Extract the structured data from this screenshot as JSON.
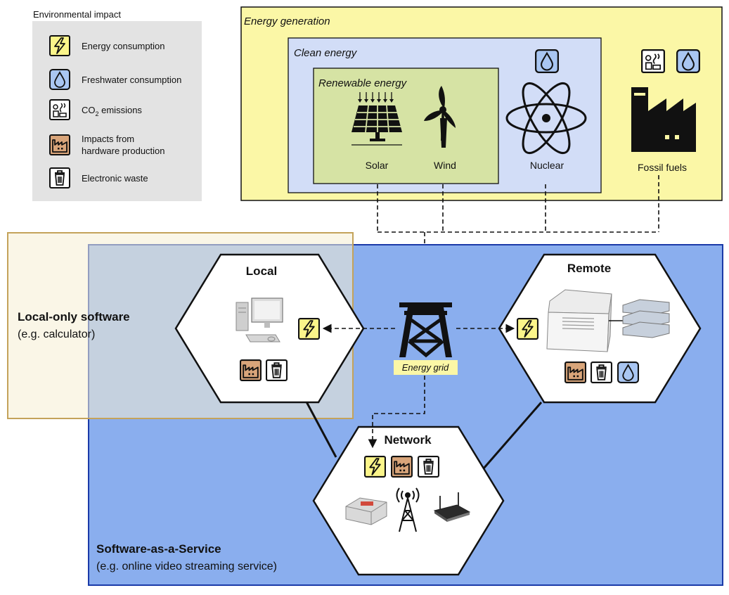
{
  "legend": {
    "title": "Environmental impact",
    "items": [
      {
        "icon": "energy-icon",
        "label": "Energy consumption"
      },
      {
        "icon": "water-drop-icon",
        "label": "Freshwater consumption"
      },
      {
        "icon": "co2-icon",
        "label_main": "CO",
        "label_sub": "2",
        "label_rest": " emissions"
      },
      {
        "icon": "factory-icon",
        "label_line1": "Impacts from",
        "label_line2": "hardware production"
      },
      {
        "icon": "trash-icon",
        "label": "Electronic waste"
      }
    ]
  },
  "energy": {
    "generation_label": "Energy generation",
    "clean_label": "Clean energy",
    "renewable_label": "Renewable energy",
    "solar_label": "Solar",
    "wind_label": "Wind",
    "nuclear_label": "Nuclear",
    "fossil_label": "Fossil fuels"
  },
  "grid": {
    "label": "Energy grid"
  },
  "nodes": {
    "local": "Local",
    "remote": "Remote",
    "network": "Network"
  },
  "regions": {
    "local_only_title": "Local-only software",
    "local_only_example": "(e.g. calculator)",
    "saas_title": "Software-as-a-Service",
    "saas_example": "(e.g. online video streaming service)"
  },
  "colors": {
    "energy_generation_bg": "#fbf7a6",
    "clean_energy_bg": "#d2ddf7",
    "renewable_bg": "#d6e3a4",
    "saas_bg": "#8aaeee",
    "saas_border": "#1a3aa8",
    "local_only_bg": "#f5efd3",
    "local_only_border": "#c4a35a",
    "legend_bg": "#e3e3e3",
    "energy_icon_bg": "#fbf58a",
    "water_icon_bg": "#a9c6f2",
    "factory_icon_bg": "#d9a57a"
  }
}
